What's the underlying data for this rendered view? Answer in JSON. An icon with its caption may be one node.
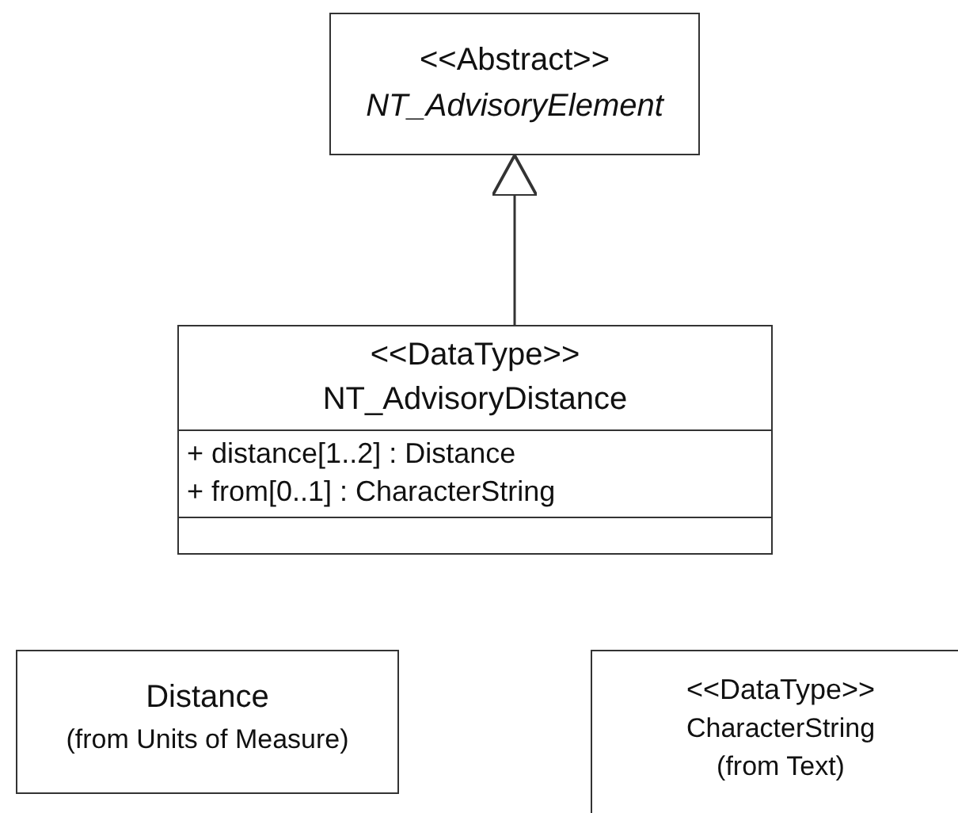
{
  "diagram": {
    "nodes": [
      {
        "text": [
          "<<Abstract>>",
          "NT_AdvisoryElement"
        ]
      },
      {
        "text": [
          "<<DataType>>",
          "NT_AdvisoryDistance",
          "+ distance[1..2] : Distance",
          "+ from[0..1] : CharacterString"
        ]
      },
      {
        "text": [
          "Distance",
          "(from Units of Measure)"
        ]
      },
      {
        "text": [
          "<<DataType>>",
          "CharacterString",
          "(from Text)"
        ]
      }
    ],
    "edges": [
      {
        "from": 1,
        "to": 0,
        "arrow": "to"
      }
    ]
  }
}
